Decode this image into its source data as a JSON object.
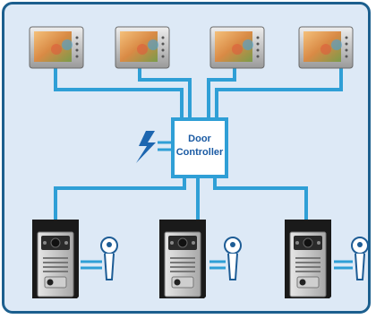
{
  "controller": {
    "line1": "Door",
    "line2": "Controller"
  },
  "monitors": [
    {
      "name": "monitor-1"
    },
    {
      "name": "monitor-2"
    },
    {
      "name": "monitor-3"
    },
    {
      "name": "monitor-4"
    }
  ],
  "door_stations": [
    {
      "name": "door-station-1"
    },
    {
      "name": "door-station-2"
    },
    {
      "name": "door-station-3"
    }
  ],
  "icons": {
    "power": "lightning-bolt-icon",
    "lock": "door-lock-icon"
  },
  "colors": {
    "wire": "#2f9fd6",
    "frame": "#1c5f8e",
    "background": "#dde9f6",
    "controller_text": "#1a5aa3",
    "bolt": "#1d66b0"
  }
}
